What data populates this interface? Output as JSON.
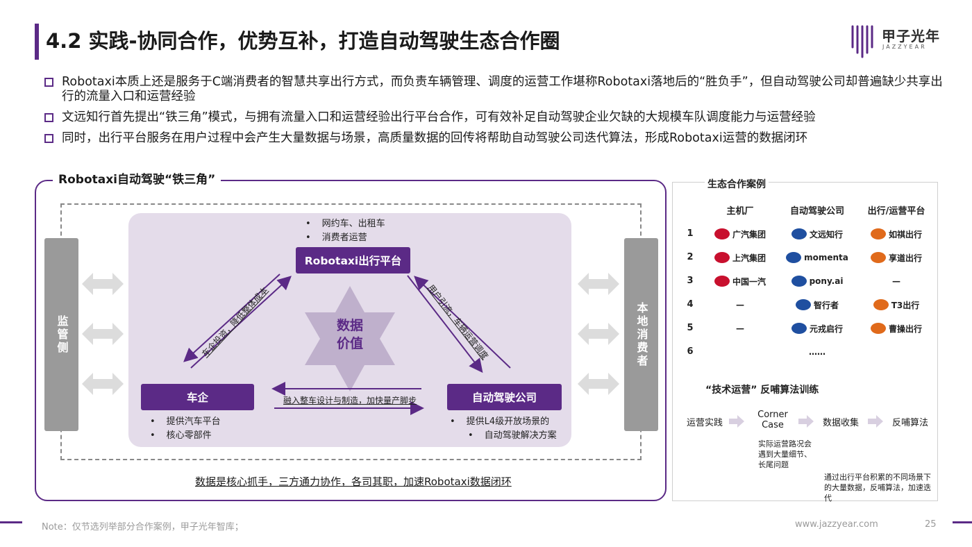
{
  "header": {
    "title": "4.2 实践-协同合作，优势互补，打造自动驾驶生态合作圈",
    "logo_cn": "甲子光年",
    "logo_en": "JAZZYEAR"
  },
  "bullets": [
    "Robotaxi本质上还是服务于C端消费者的智慧共享出行方式，而负责车辆管理、调度的运营工作堪称Robotaxi落地后的“胜负手”，但自动驾驶公司却普遍缺少共享出行的流量入口和运营经验",
    "文远知行首先提出“铁三角”模式，与拥有流量入口和运营经验出行平台合作，可有效补足自动驾驶企业欠缺的大规模车队调度能力与运营经验",
    "同时，出行平台服务在用户过程中会产生大量数据与场景，高质量数据的回传将帮助自动驾驶公司迭代算法，形成Robotaxi运营的数据闭环"
  ],
  "diagram": {
    "frame_title": "Robotaxi自动驾驶“铁三角”",
    "left_side": "监管侧",
    "right_side": "本地消费者",
    "top_node": "Robotaxi出行平台",
    "top_items": [
      "网约车、出租车",
      "消费者运营"
    ],
    "left_node": "车企",
    "left_items": [
      "提供汽车平台",
      "核心零部件"
    ],
    "right_node": "自动驾驶公司",
    "right_items": [
      "提供L4级开放场景的",
      "自动驾驶解决方案"
    ],
    "center_line1": "数据",
    "center_line2": "价值",
    "edge_left": "车企投资，降低整体成本",
    "edge_right": "用户引流，车辆运营调度",
    "edge_bottom": "融入整车设计与制造，加快量产脚步",
    "caption": "数据是核心抓手，三方通力协作，各司其职，加速Robotaxi数据闭环"
  },
  "ecosystem": {
    "title": "生态合作案例",
    "columns": [
      "主机厂",
      "自动驾驶公司",
      "出行/运营平台"
    ],
    "rows": [
      {
        "num": "1",
        "oem": "广汽集团",
        "ad": "文远知行",
        "platform": "如祺出行"
      },
      {
        "num": "2",
        "oem": "上汽集团",
        "ad": "momenta",
        "platform": "享道出行"
      },
      {
        "num": "3",
        "oem": "中国一汽",
        "ad": "pony.ai",
        "platform": "—"
      },
      {
        "num": "4",
        "oem": "—",
        "ad": "智行者",
        "platform": "T3出行"
      },
      {
        "num": "5",
        "oem": "—",
        "ad": "元戎启行",
        "platform": "曹操出行"
      },
      {
        "num": "6",
        "oem": "",
        "ad": "……",
        "platform": ""
      }
    ],
    "section2_title": "“技术运营” 反哺算法训练",
    "flow": [
      "运营实践",
      "Corner Case",
      "数据收集",
      "反哺算法"
    ],
    "note1": "实际运营路况会遇到大量细节、长尾问题",
    "note2": "通过出行平台积累的不同场景下的大量数据，反哺算法，加速迭代"
  },
  "footer": {
    "note": "Note：仅节选列举部分合作案例，甲子光年智库；",
    "url": "www.jazzyear.com",
    "page": "25"
  },
  "colors": {
    "accent": "#5b2a86",
    "panel_fill": "#e4dcea",
    "side_bar": "#9a9a9a"
  }
}
